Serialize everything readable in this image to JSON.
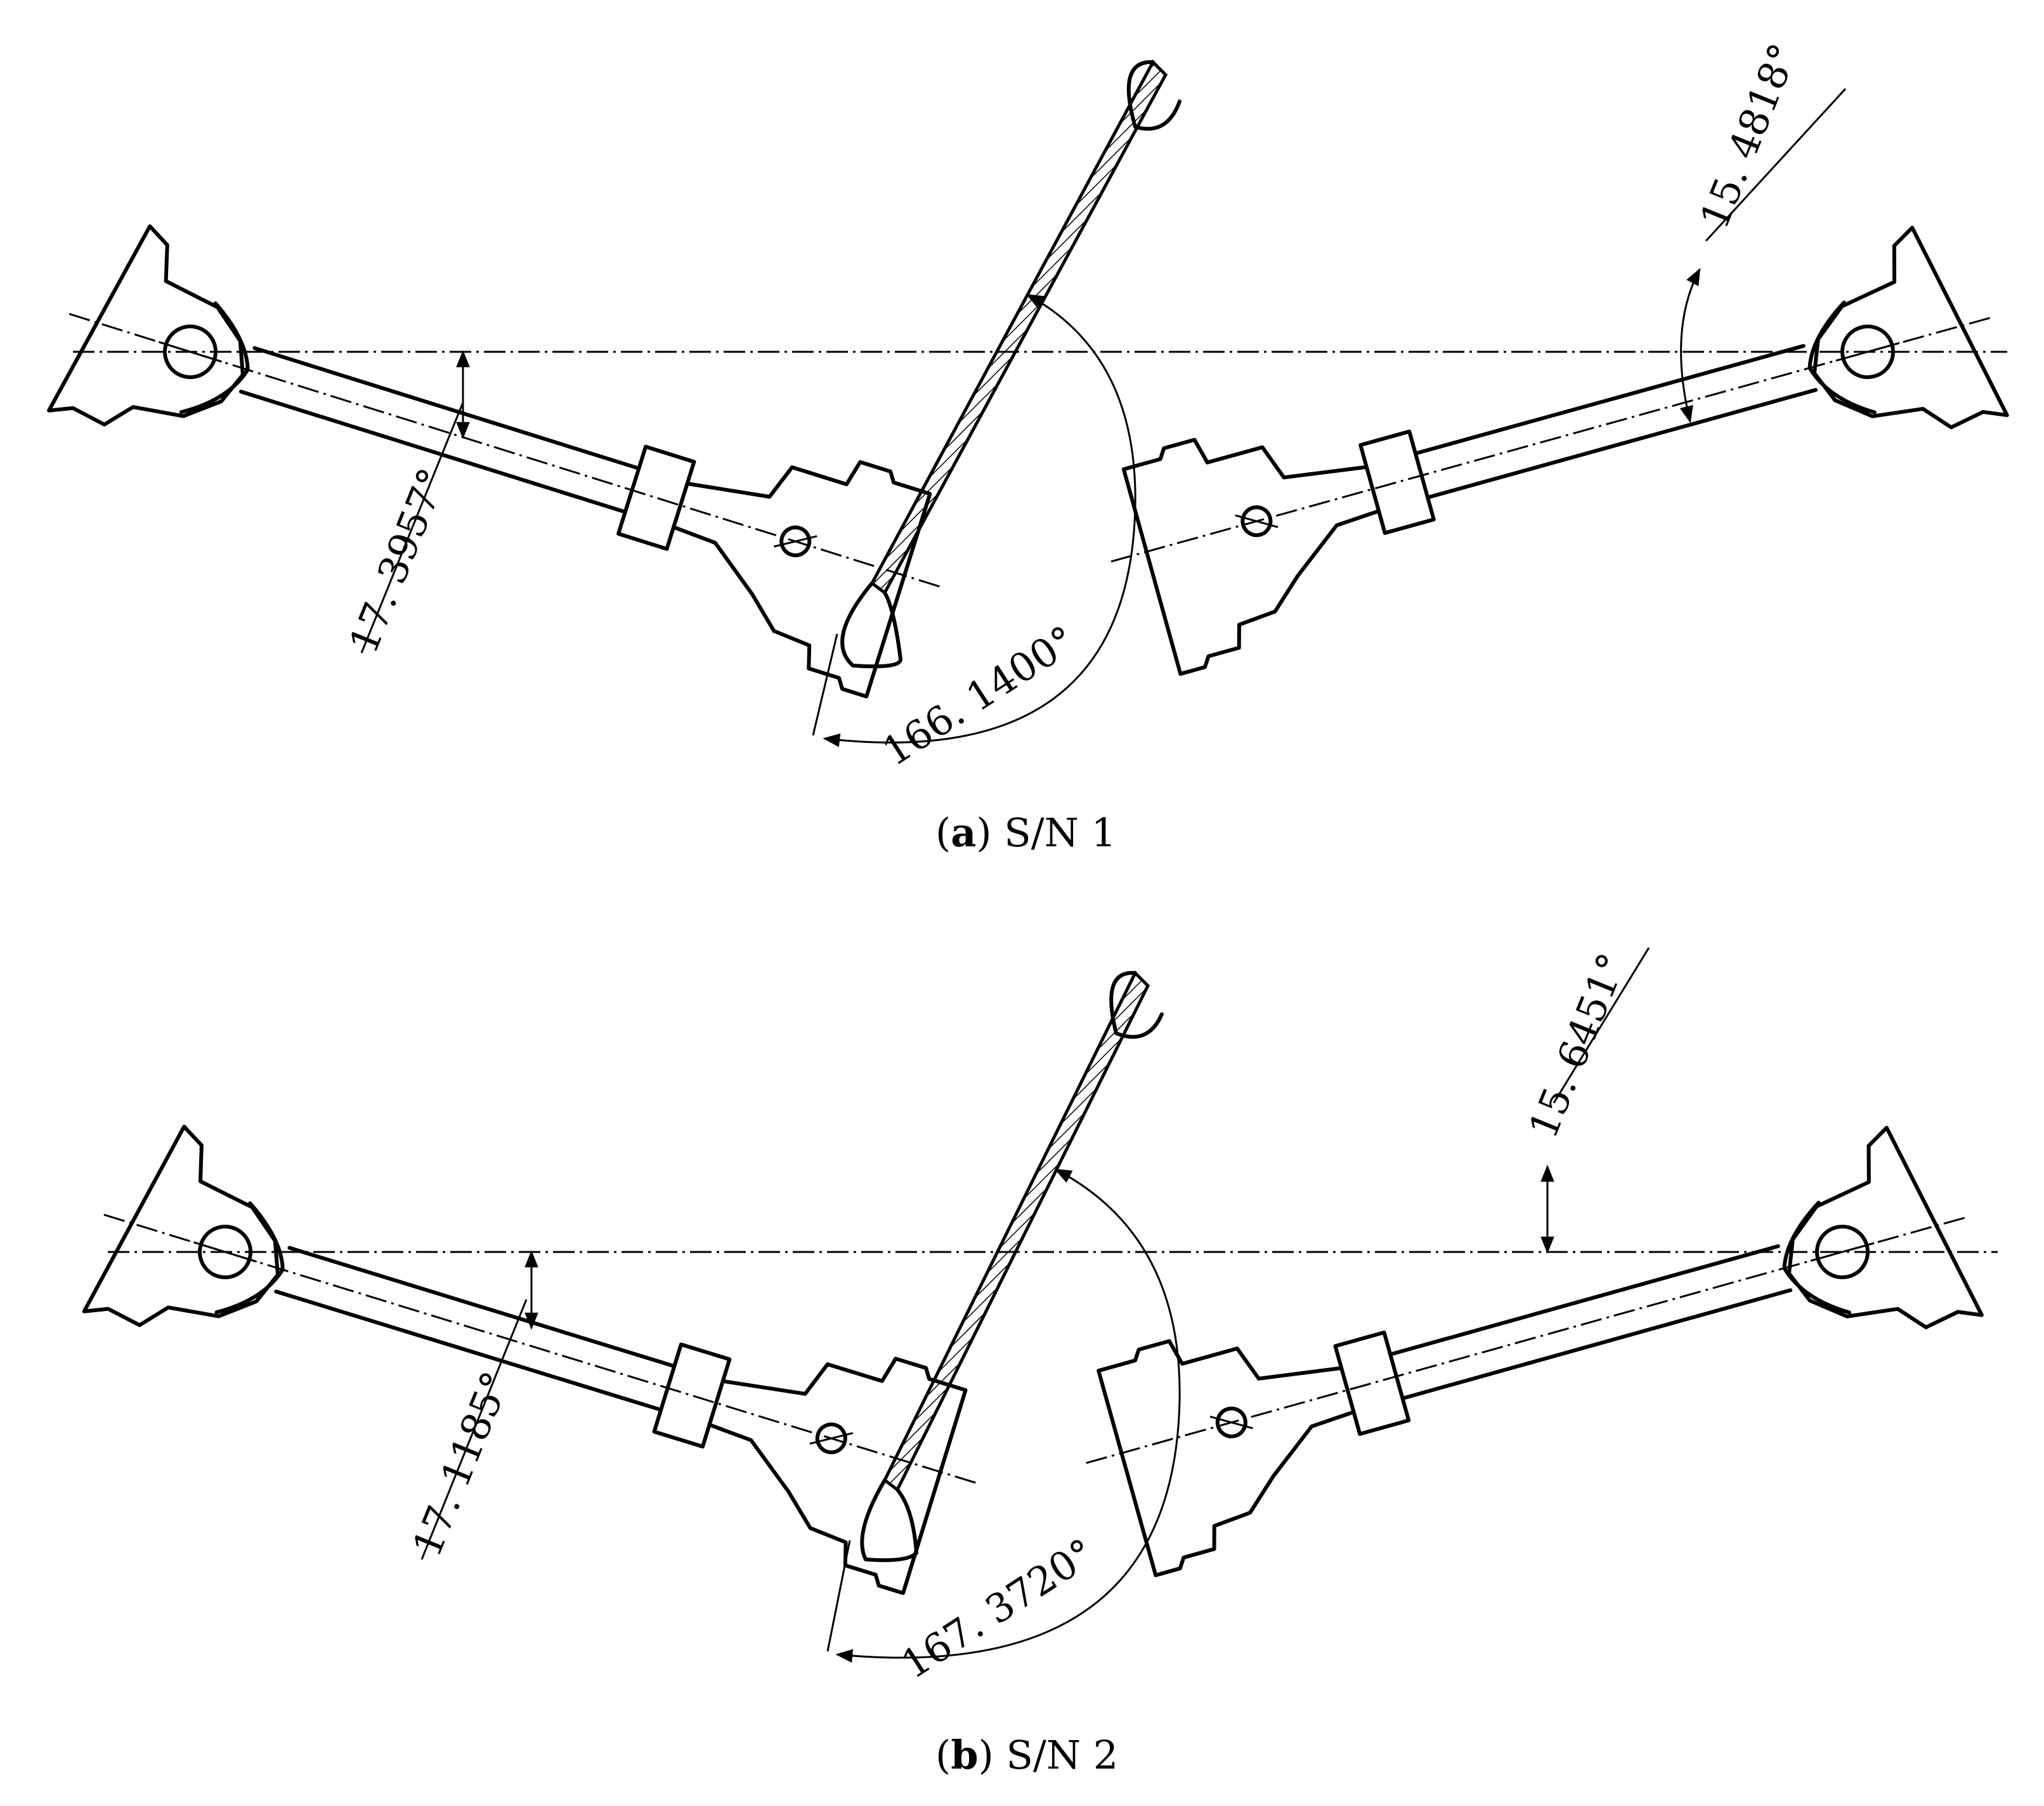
{
  "panels": [
    {
      "caption_letter": "a",
      "caption_text": "S/N 1",
      "angle_left": "17. 3957°",
      "angle_bottom": "166. 1400°",
      "angle_right": "15. 4818°"
    },
    {
      "caption_letter": "b",
      "caption_text": "S/N 2",
      "angle_left": "17. 1185°",
      "angle_bottom": "167. 3720°",
      "angle_right": "15. 6451°"
    }
  ]
}
